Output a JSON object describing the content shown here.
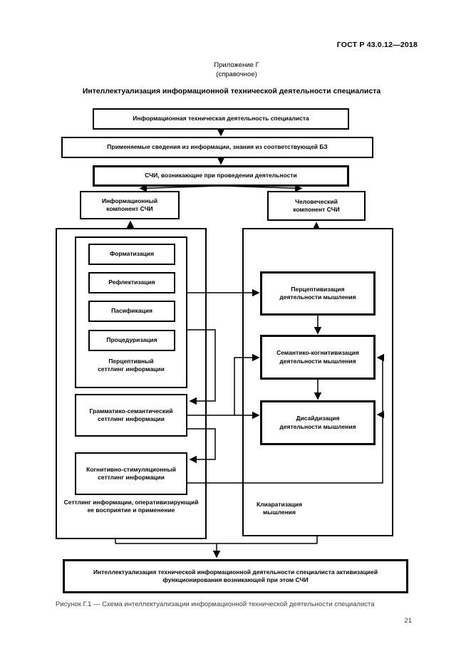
{
  "page": {
    "header_right": "ГОСТ Р 43.0.12—2018",
    "appendix_line1": "Приложение Г",
    "appendix_line2": "(справочное)",
    "title": "Интеллектуализация информационной технической деятельности специалиста",
    "caption": "Рисунок Г.1 — Схема интеллектуализации информационной технической деятельности специалиста",
    "page_number": "21"
  },
  "diagram": {
    "top_flow": {
      "activity": "Информационная техническая деятельность специалиста",
      "applied_info": "Применяемые сведения из информации, знания из соответствующей БЗ",
      "schi": "СЧИ, возникающие при проведении деятельности",
      "info_component": "Информационный\nкомпонент СЧИ",
      "human_component": "Человеческий\nкомпонент СЧИ"
    },
    "left_column": {
      "perceptual_group": {
        "items": [
          "Форматизация",
          "Рефлектизация",
          "Пасификация",
          "Процедуризация"
        ],
        "label": "Перцептивный\nсеттлинг информации"
      },
      "grammatical": "Грамматико-семантический\nсеттлинг информации",
      "cognitive": "Когнитивно-стимуляционный\nсеттлинг информации",
      "label": "Сеттлинг информации, оперативизирующий\nее восприятие и применение"
    },
    "right_column": {
      "perceptivization": "Перцептивизация\nдеятельности мышления",
      "semantic_cognitivization": "Семантико-когнитивизация\nдеятельности мышления",
      "decidization": "Дисайдизация\nдеятельности мышления",
      "label": "Клиаратизация\nмышления"
    },
    "bottom_box": "Интеллектуализация технической информационной деятельности специалиста активизацией\nфункционирования возникающей при этом СЧИ",
    "colors": {
      "line": "#000000",
      "background": "#ffffff"
    }
  }
}
